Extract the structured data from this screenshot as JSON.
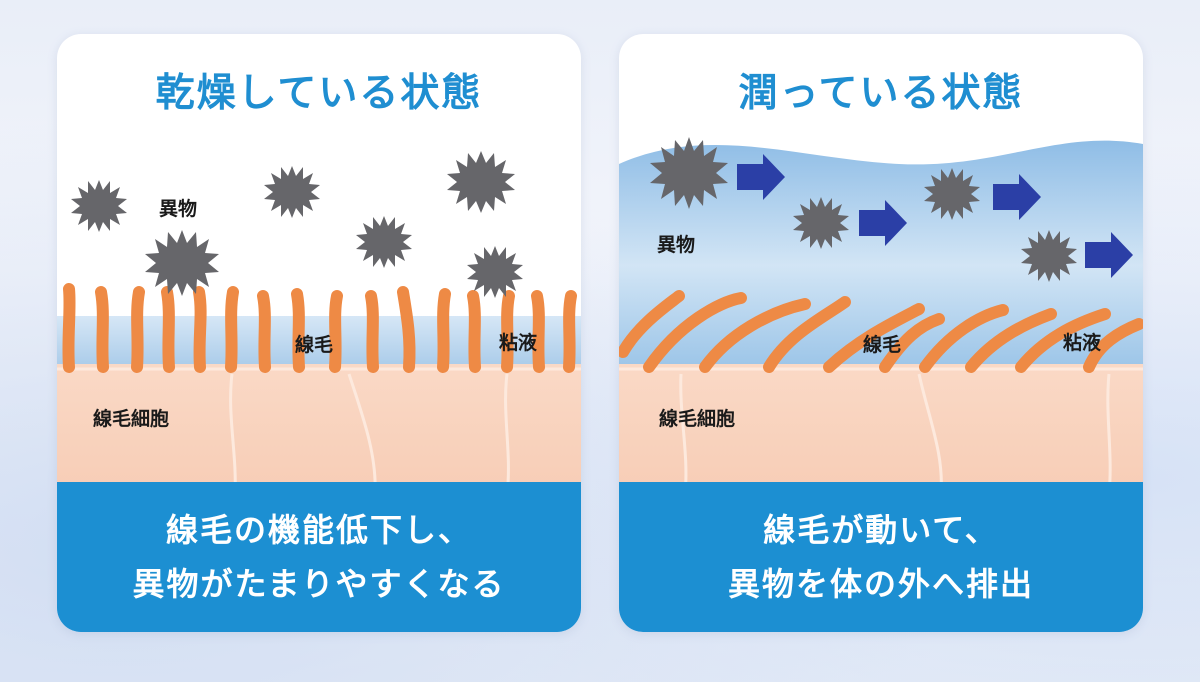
{
  "left": {
    "title": "乾燥している状態",
    "label_foreign": "異物",
    "label_cilia": "線毛",
    "label_mucus": "粘液",
    "label_cells": "線毛細胞",
    "caption_line1": "線毛の機能低下し、",
    "caption_line2": "異物がたまりやすくなる"
  },
  "right": {
    "title": "潤っている状態",
    "label_foreign": "異物",
    "label_cilia": "線毛",
    "label_mucus": "粘液",
    "label_cells": "線毛細胞",
    "caption_line1": "線毛が動いて、",
    "caption_line2": "異物を体の外へ排出"
  },
  "colors": {
    "title": "#1f8ed1",
    "caption_bg": "#1c8fd2",
    "cilia": "#ee8a45",
    "mucus": "#a9cbe9",
    "cells": "#f8d2bc",
    "particle": "#66666a",
    "arrow": "#2b3fa6"
  },
  "icons": [
    "particle-icon",
    "arrow-right-icon"
  ]
}
